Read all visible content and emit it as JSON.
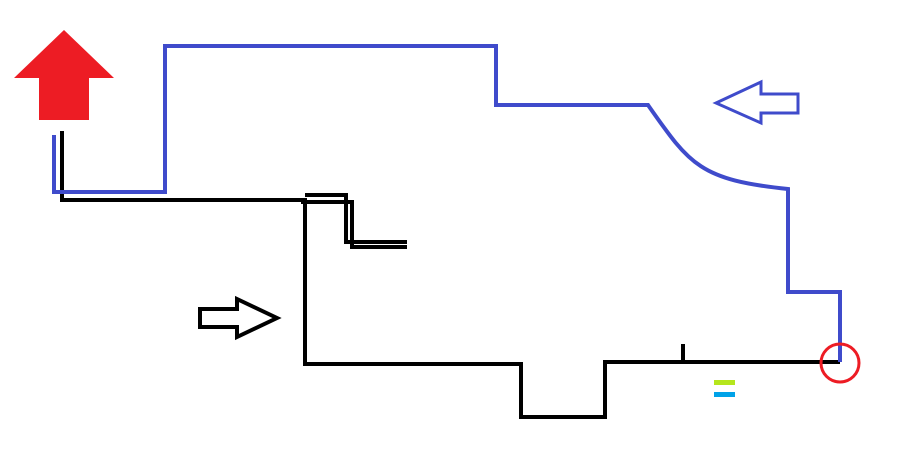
{
  "colors": {
    "background": "#ffffff",
    "black_route": "#000000",
    "blue_route": "#3f4bcb",
    "red_arrow": "#ed1c24",
    "marker_circle": "#ed1c24",
    "green_dash": "#b5e61d",
    "cyan_dash": "#00a2e8"
  },
  "elements": {
    "exit_arrow": {
      "icon": "up-arrow-icon",
      "fill": "red"
    },
    "left_arrow": {
      "icon": "left-arrow-outline-icon",
      "stroke": "blue"
    },
    "right_arrow": {
      "icon": "right-arrow-outline-icon",
      "stroke": "black"
    },
    "end_marker": {
      "icon": "circle-marker-icon",
      "stroke": "red"
    },
    "legend_marks": {
      "icon": "equals-dashes-icon"
    }
  }
}
